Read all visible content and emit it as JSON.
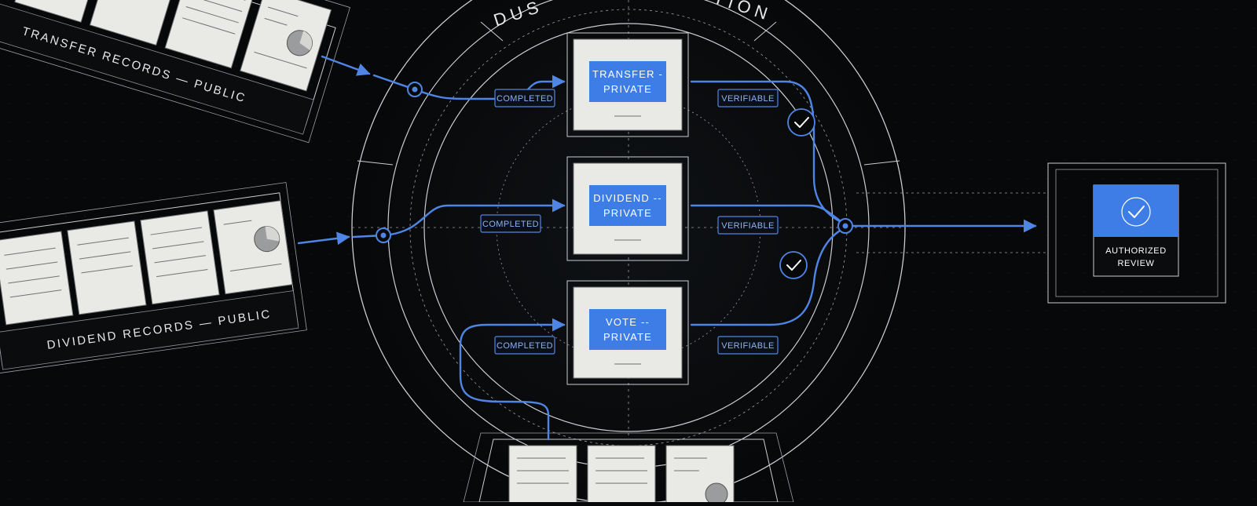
{
  "ring": {
    "title_left": "DUS",
    "title_right": "TION"
  },
  "sources": [
    {
      "label": "TRANSFER RECORDS — PUBLIC"
    },
    {
      "label": "DIVIDEND RECORDS — PUBLIC"
    }
  ],
  "private_boxes": [
    {
      "line1": "TRANSFER -",
      "line2": "PRIVATE",
      "in_status": "COMPLETED",
      "out_status": "VERIFIABLE"
    },
    {
      "line1": "DIVIDEND --",
      "line2": "PRIVATE",
      "in_status": "COMPLETED",
      "out_status": "VERIFIABLE"
    },
    {
      "line1": "VOTE --",
      "line2": "PRIVATE",
      "in_status": "COMPLETED",
      "out_status": "VERIFIABLE"
    }
  ],
  "destination": {
    "line1": "AUTHORIZED",
    "line2": "REVIEW"
  },
  "colors": {
    "accent": "#4f86e6",
    "accent_fill": "#3f7de6",
    "background": "#070809",
    "paper": "#e9e9e6"
  },
  "icons": [
    "check-circle-icon",
    "check-circle-icon",
    "check-icon",
    "arrow-icon"
  ]
}
